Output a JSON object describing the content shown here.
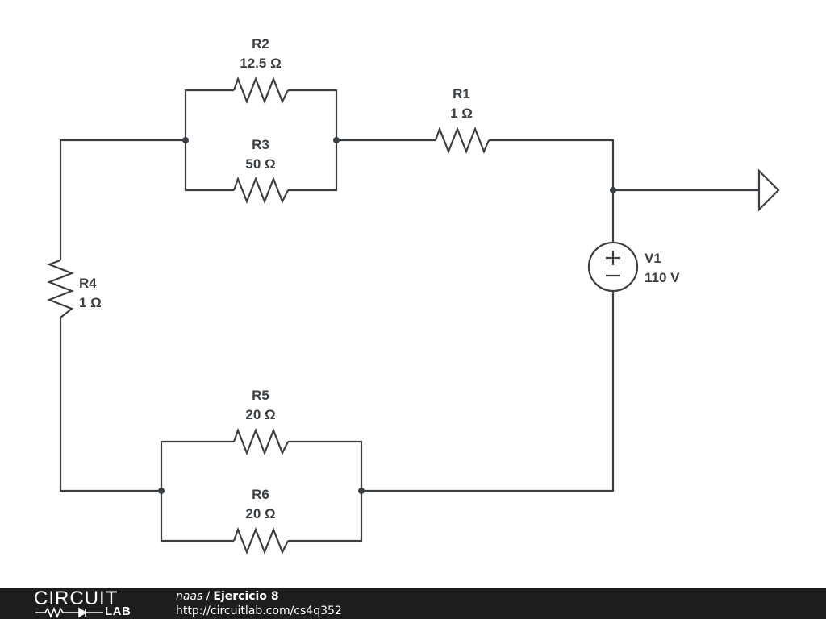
{
  "components": {
    "r1": {
      "name": "R1",
      "value": "1 Ω"
    },
    "r2": {
      "name": "R2",
      "value": "12.5 Ω"
    },
    "r3": {
      "name": "R3",
      "value": "50 Ω"
    },
    "r4": {
      "name": "R4",
      "value": "1 Ω"
    },
    "r5": {
      "name": "R5",
      "value": "20 Ω"
    },
    "r6": {
      "name": "R6",
      "value": "20 Ω"
    },
    "v1": {
      "name": "V1",
      "value": "110 V"
    }
  },
  "footer": {
    "logo_top": "CIRCUIT",
    "logo_bottom": "LAB",
    "author": "naas",
    "separator": "/",
    "title": "Ejercicio 8",
    "url": "http://circuitlab.com/cs4q352"
  },
  "colors": {
    "wire": "#3a3f44",
    "footer_bg": "#1e1e1e",
    "background": "#ffffff"
  }
}
